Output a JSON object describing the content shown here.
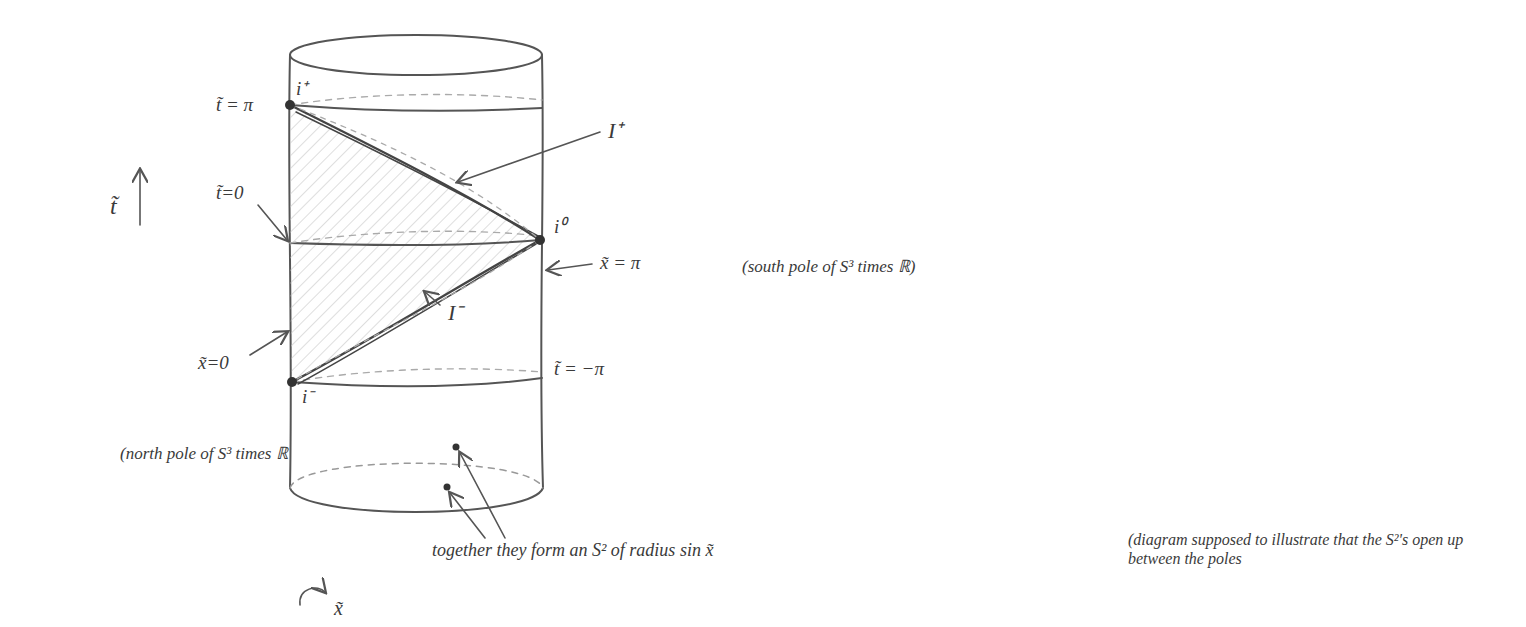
{
  "diagram": {
    "labels": [
      "i⁺",
      "t̃ = π",
      "I⁺",
      "t̃",
      "t̃=0",
      "i⁰",
      "x̃ = π",
      "(south pole of S³ times ℝ)",
      "I⁻",
      "x̃=0",
      "i⁻",
      "t̃ = −π",
      "(north pole of S³ times ℝ",
      "together they form an S² of radius sin x̃",
      "(diagram supposed to illustrate that the S²'s open up between the poles",
      "x̃"
    ]
  }
}
